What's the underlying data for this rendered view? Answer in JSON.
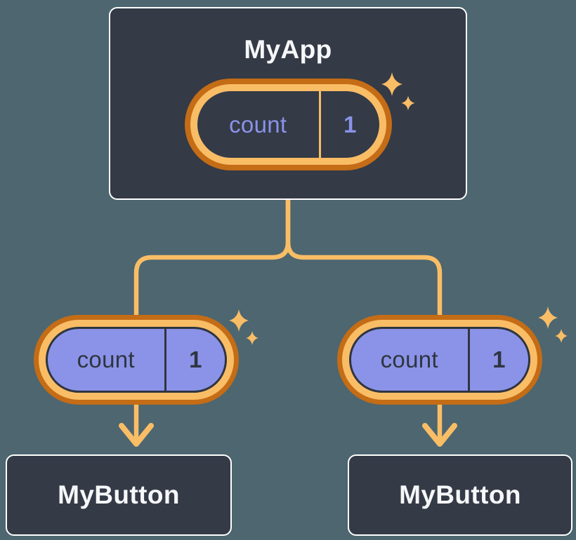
{
  "colors": {
    "background": "#4d6670",
    "node_bg": "#343a46",
    "node_border": "#ffffff",
    "node_title_text": "#f6f7f9",
    "ring_dark_orange": "#c46c16",
    "ring_light_orange": "#f9bd66",
    "pill_fill_purple": "#8b93e8",
    "pill_outline_dark": "#2f3540",
    "state_text_purple": "#8a93e8",
    "prop_text_dark": "#2f3540",
    "connector": "#f9bd66",
    "sparkle": "#f9bd66"
  },
  "diagram": {
    "root": {
      "title": "MyApp",
      "state_pill": {
        "label": "count",
        "value": "1"
      }
    },
    "children": [
      {
        "title": "MyButton",
        "prop_pill": {
          "label": "count",
          "value": "1"
        }
      },
      {
        "title": "MyButton",
        "prop_pill": {
          "label": "count",
          "value": "1"
        }
      }
    ]
  }
}
